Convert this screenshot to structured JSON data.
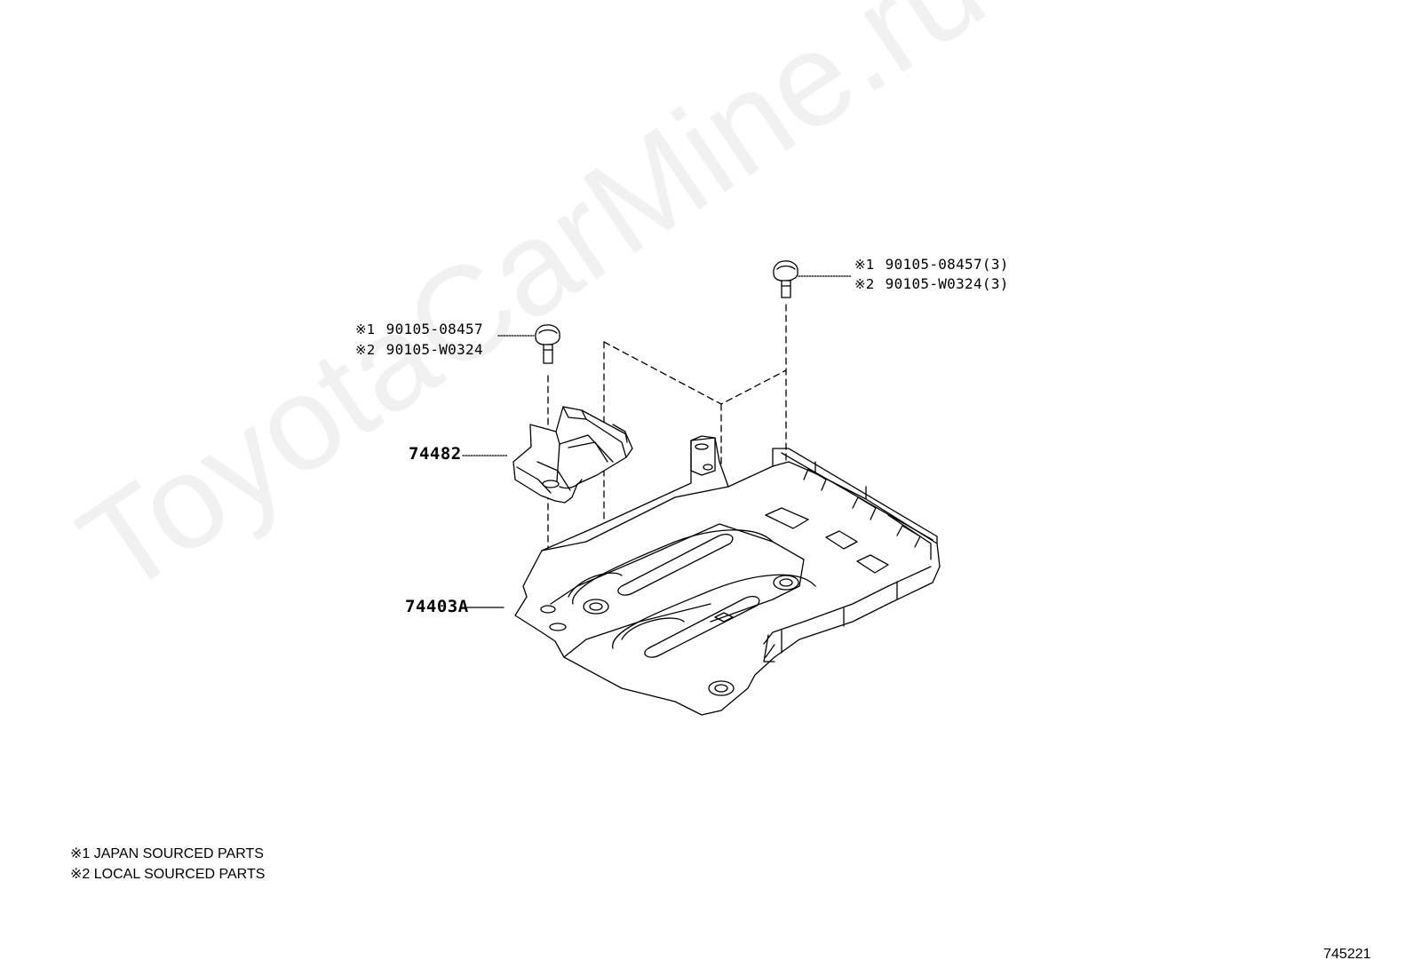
{
  "watermark": "ToyotaCarMine.ru",
  "callouts": {
    "bolt_left": {
      "mark1": "※1",
      "code1": "90105-08457",
      "mark2": "※2",
      "code2": "90105-W0324"
    },
    "bolt_right": {
      "mark1": "※1",
      "code1": "90105-08457(3)",
      "mark2": "※2",
      "code2": "90105-W0324(3)"
    },
    "bracket": "74482",
    "cover": "74403A"
  },
  "legend": {
    "line1": "※1 JAPAN SOURCED PARTS",
    "line2": "※2 LOCAL SOURCED PARTS"
  },
  "figure_number": "745221"
}
